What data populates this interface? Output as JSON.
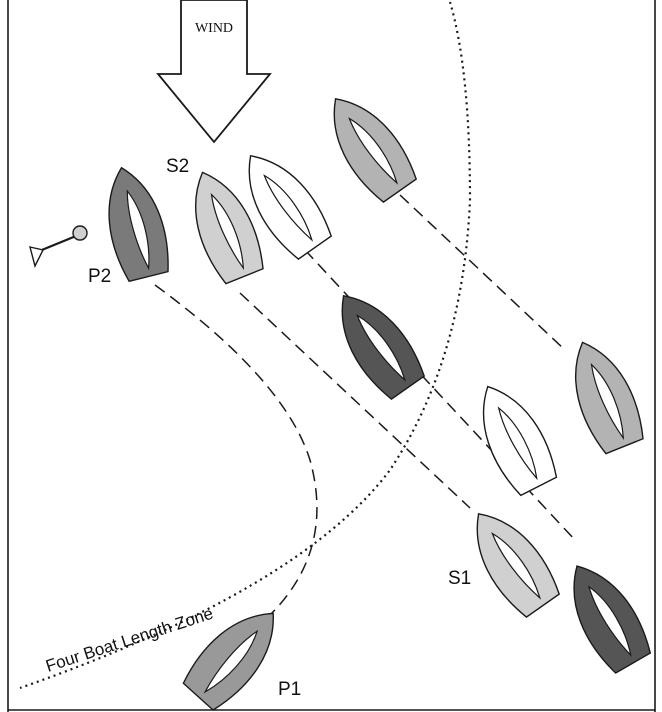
{
  "wind": {
    "label": "WIND"
  },
  "zone": {
    "label": "Four Boat Length Zone"
  },
  "boats": {
    "S2": {
      "label": "S2"
    },
    "P2": {
      "label": "P2"
    },
    "S1": {
      "label": "S1"
    },
    "P1": {
      "label": "P1"
    }
  },
  "colors": {
    "white": "#ffffff",
    "light_gray": "#d0d0d0",
    "mid_gray": "#b3b3b3",
    "gray": "#999999",
    "dark_gray": "#7a7a7a",
    "charcoal": "#555555"
  }
}
